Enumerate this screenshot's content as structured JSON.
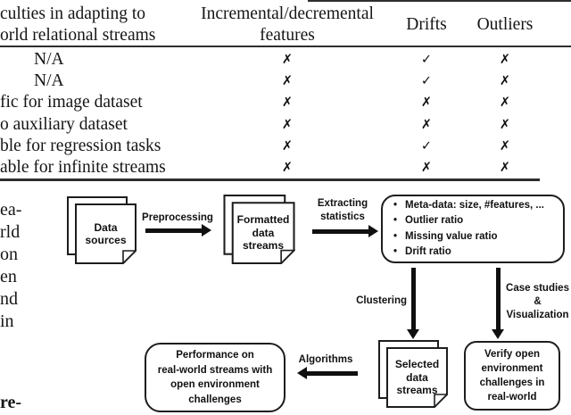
{
  "table": {
    "header": {
      "col1": [
        "culties in adapting to",
        "orld relational streams"
      ],
      "col2": [
        "Incremental/decremental",
        "features"
      ],
      "col3": "Drifts",
      "col4": "Outliers"
    },
    "rows": [
      {
        "label": "N/A",
        "features": "✗",
        "drifts": "✓",
        "outliers": "✗"
      },
      {
        "label": "N/A",
        "features": "✗",
        "drifts": "✓",
        "outliers": "✗"
      },
      {
        "label": "fic for image dataset",
        "features": "✗",
        "drifts": "✗",
        "outliers": "✗"
      },
      {
        "label": "o auxiliary dataset",
        "features": "✗",
        "drifts": "✗",
        "outliers": "✗"
      },
      {
        "label": "ble for regression tasks",
        "features": "✗",
        "drifts": "✓",
        "outliers": "✗"
      },
      {
        "label": "able for infinite streams",
        "features": "✗",
        "drifts": "✗",
        "outliers": "✗"
      }
    ]
  },
  "margin": {
    "fragments": [
      "ea-",
      "rld",
      "on",
      "en",
      "nd",
      "in"
    ],
    "caption_fragment": "re-"
  },
  "flow": {
    "data_sources": {
      "lines": [
        "Data",
        "sources"
      ]
    },
    "preprocessing_label": "Preprocessing",
    "formatted": {
      "lines": [
        "Formatted",
        "data",
        "streams"
      ]
    },
    "extracting_label": [
      "Extracting",
      "statistics"
    ],
    "stats_box": {
      "bullet": "•",
      "items": [
        "Meta-data: size, #features, ...",
        "Outlier ratio",
        "Missing value ratio",
        "Drift ratio"
      ]
    },
    "clustering_label": "Clustering",
    "case_label": [
      "Case studies",
      "&",
      "Visualization"
    ],
    "selected": {
      "lines": [
        "Selected",
        "data",
        "streams"
      ]
    },
    "algorithms_label": "Algorithms",
    "performance_box": [
      "Performance on",
      "real-world streams with",
      "open environment",
      "challenges"
    ],
    "verify_box": [
      "Verify open",
      "environment",
      "challenges in",
      "real-world"
    ]
  },
  "colors": {
    "ink": "#151515",
    "rule": "#2e2e2e",
    "arrow": "#101010"
  }
}
